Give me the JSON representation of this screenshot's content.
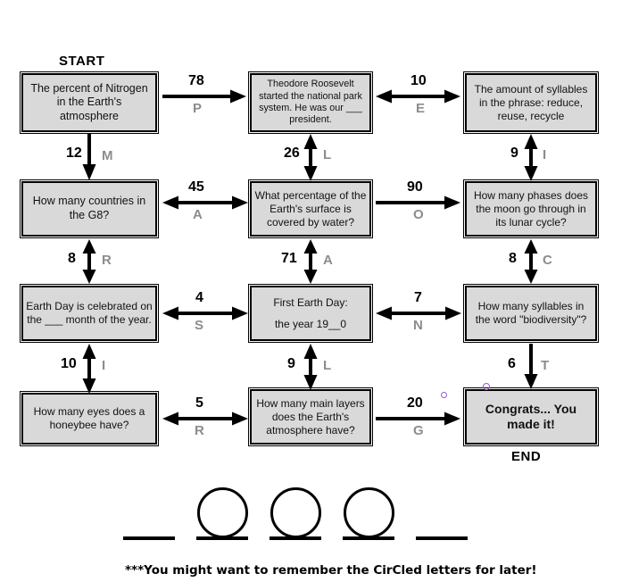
{
  "worksheet": {
    "start_label": "START",
    "end_label": "END",
    "footnote": "***You might want to remember the CirCled letters for later!"
  },
  "boxes": [
    {
      "id": "b1",
      "text": "The percent of Nitrogen in the Earth's atmosphere"
    },
    {
      "id": "b2",
      "text": "Theodore Roosevelt started the national park system. He was our ___ president."
    },
    {
      "id": "b3",
      "text": "The amount of syllables in the phrase: reduce, reuse, recycle"
    },
    {
      "id": "b4",
      "text": "How many countries in the G8?"
    },
    {
      "id": "b5",
      "text": "What percentage of the Earth's surface is covered by water?"
    },
    {
      "id": "b6",
      "text": "How many phases does the moon go through in its lunar cycle?"
    },
    {
      "id": "b7",
      "text": "Earth Day is celebrated on the ___ month of the year."
    },
    {
      "id": "b8line1",
      "text": "First Earth Day:"
    },
    {
      "id": "b8line2",
      "text": "the year 19__0"
    },
    {
      "id": "b9",
      "text": "How many syllables in the word \"biodiversity\"?"
    },
    {
      "id": "b10",
      "text": "How many eyes does a honeybee have?"
    },
    {
      "id": "b11",
      "text": "How many main layers does the Earth's atmosphere have?"
    },
    {
      "id": "b12",
      "text": "Congrats... You made it!"
    }
  ],
  "connections": [
    {
      "id": "c1",
      "number": "78",
      "letter": "P",
      "from": "b1",
      "to": "b2",
      "direction": "right",
      "heads": "single"
    },
    {
      "id": "c2",
      "number": "10",
      "letter": "E",
      "from": "b2",
      "to": "b3",
      "direction": "horizontal",
      "heads": "double"
    },
    {
      "id": "c3",
      "number": "12",
      "letter": "M",
      "from": "b1",
      "to": "b4",
      "direction": "down",
      "heads": "single"
    },
    {
      "id": "c4",
      "number": "26",
      "letter": "L",
      "from": "b2",
      "to": "b5",
      "direction": "vertical",
      "heads": "double"
    },
    {
      "id": "c5",
      "number": "9",
      "letter": "I",
      "from": "b3",
      "to": "b6",
      "direction": "vertical",
      "heads": "double"
    },
    {
      "id": "c6",
      "number": "45",
      "letter": "A",
      "from": "b4",
      "to": "b5",
      "direction": "horizontal",
      "heads": "double"
    },
    {
      "id": "c7",
      "number": "90",
      "letter": "O",
      "from": "b5",
      "to": "b6",
      "direction": "right",
      "heads": "single"
    },
    {
      "id": "c8",
      "number": "8",
      "letter": "R",
      "from": "b4",
      "to": "b7",
      "direction": "vertical",
      "heads": "double"
    },
    {
      "id": "c9",
      "number": "71",
      "letter": "A",
      "from": "b5",
      "to": "b8",
      "direction": "vertical",
      "heads": "double"
    },
    {
      "id": "c10",
      "number": "8",
      "letter": "C",
      "from": "b6",
      "to": "b9",
      "direction": "vertical",
      "heads": "double"
    },
    {
      "id": "c11",
      "number": "4",
      "letter": "S",
      "from": "b7",
      "to": "b8",
      "direction": "horizontal",
      "heads": "double"
    },
    {
      "id": "c12",
      "number": "7",
      "letter": "N",
      "from": "b8",
      "to": "b9",
      "direction": "horizontal",
      "heads": "double"
    },
    {
      "id": "c13",
      "number": "10",
      "letter": "I",
      "from": "b7",
      "to": "b10",
      "direction": "vertical",
      "heads": "double"
    },
    {
      "id": "c14",
      "number": "9",
      "letter": "L",
      "from": "b8",
      "to": "b11",
      "direction": "vertical",
      "heads": "double"
    },
    {
      "id": "c15",
      "number": "6",
      "letter": "T",
      "from": "b9",
      "to": "b12",
      "direction": "down",
      "heads": "single"
    },
    {
      "id": "c16",
      "number": "5",
      "letter": "R",
      "from": "b10",
      "to": "b11",
      "direction": "horizontal",
      "heads": "double"
    },
    {
      "id": "c17",
      "number": "20",
      "letter": "G",
      "from": "b11",
      "to": "b12",
      "direction": "right",
      "heads": "single"
    }
  ],
  "answer_slots": [
    {
      "index": 1,
      "circled": false
    },
    {
      "index": 2,
      "circled": true
    },
    {
      "index": 3,
      "circled": true
    },
    {
      "index": 4,
      "circled": true
    },
    {
      "index": 5,
      "circled": false
    }
  ],
  "colors": {
    "box_fill": "#d9d9d9",
    "box_border": "#000000",
    "number_color": "#000000",
    "letter_color": "#8c8c8c",
    "page_background": "#ffffff"
  }
}
